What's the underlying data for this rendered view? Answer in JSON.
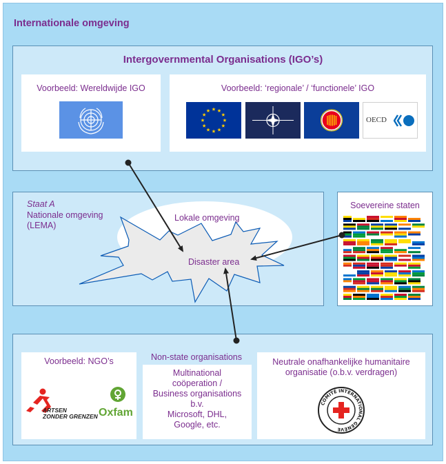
{
  "title": "Internationale omgeving",
  "igo": {
    "heading": "Intergovernmental Organisations (IGO’s)",
    "global_label": "Voorbeeld: Wereldwijde IGO",
    "regional_label": "Voorbeeld: ‘regionale’ / ‘functionele’ IGO",
    "oecd_logo_text": "OECD"
  },
  "staat": {
    "name": "Staat A",
    "line1": "Nationale omgeving",
    "line2": "(LEMA)",
    "local": "Lokale omgeving",
    "disaster": "Disaster area"
  },
  "soevereine": {
    "label": "Soevereine staten"
  },
  "bottom": {
    "ngo_label": "Voorbeeld: NGO’s",
    "msf_line1": "ARTSEN",
    "msf_line2": "ZONDER GRENZEN",
    "oxfam": "Oxfam",
    "nonstate_label": "Non-state organisations",
    "multinational_lines": [
      "Multinational",
      "coöperation /",
      "Business organisations",
      "b.v.",
      "Microsoft, DHL,",
      "Google, etc."
    ],
    "neutral_line1": "Neutrale onafhankelijke humanitaire",
    "neutral_line2": "organisatie (o.b.v. verdragen)",
    "icrc_seal_text": "COMITÉ INTERNATIONAL GENÈVE"
  },
  "colors": {
    "accent_purple": "#7b2d8e",
    "background_blue": "#a9dbf5",
    "panel_blue": "#cde9f9",
    "un_blue": "#5b92e5",
    "eu_blue": "#003399",
    "nato_navy": "#1b2a5c",
    "asean_blue": "#0b3e99",
    "oecd_blue": "#0a6ebd",
    "oxfam_green": "#61a534",
    "msf_red": "#e52420"
  }
}
